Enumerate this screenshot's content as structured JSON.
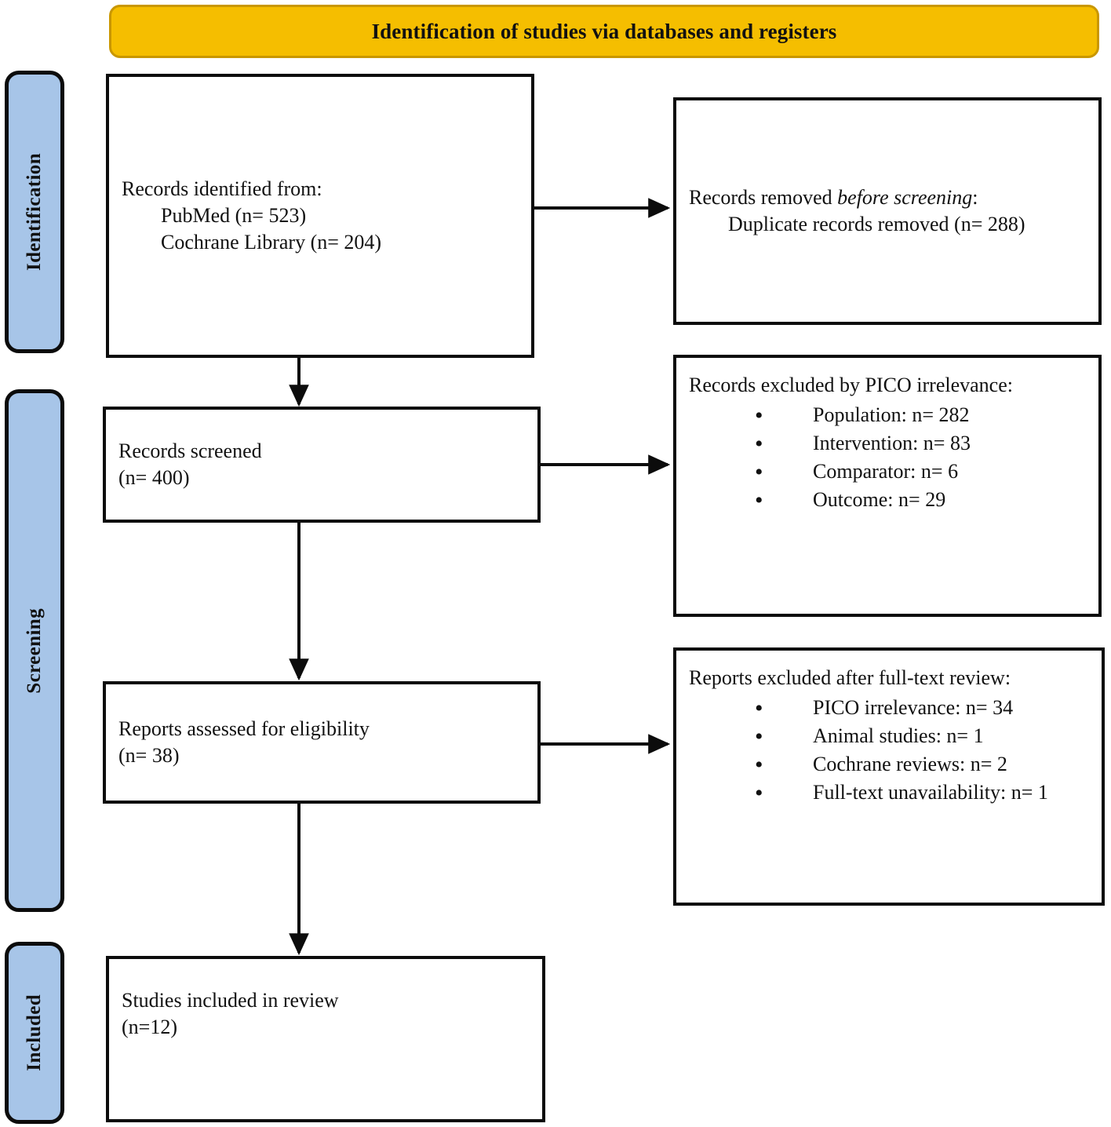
{
  "header": {
    "title": "Identification of studies via databases and registers"
  },
  "stages": [
    {
      "id": "identification",
      "label": "Identification"
    },
    {
      "id": "screening",
      "label": "Screening"
    },
    {
      "id": "included",
      "label": "Included"
    }
  ],
  "boxes": {
    "identified": {
      "line1": "Records identified from:",
      "line2": "PubMed (n= 523)",
      "line3": "Cochrane Library (n= 204)"
    },
    "removed": {
      "line1_prefix": "Records removed ",
      "line1_italic": "before screening",
      "line1_suffix": ":",
      "line2": "Duplicate records removed (n= 288)"
    },
    "screened": {
      "line1": "Records screened",
      "line2": "(n= 400)"
    },
    "excluded_pico": {
      "heading": "Records excluded by PICO irrelevance:",
      "items": [
        "Population: n= 282",
        "Intervention: n= 83",
        "Comparator: n= 6",
        "Outcome: n= 29"
      ]
    },
    "eligible": {
      "line1": "Reports assessed for eligibility",
      "line2": "(n= 38)"
    },
    "excluded_fulltext": {
      "heading": "Reports excluded after full-text review:",
      "items": [
        "PICO irrelevance: n= 34",
        "Animal studies: n= 1",
        "Cochrane reviews: n= 2",
        "Full-text unavailability: n= 1"
      ]
    },
    "included": {
      "line1": "Studies included in review",
      "line2": "(n=12)"
    }
  },
  "colors": {
    "header_fill": "#F5BE00",
    "header_border": "#C99700",
    "stage_fill": "#A7C5E8",
    "stroke": "#0c0c0c",
    "box_fill": "#ffffff"
  }
}
